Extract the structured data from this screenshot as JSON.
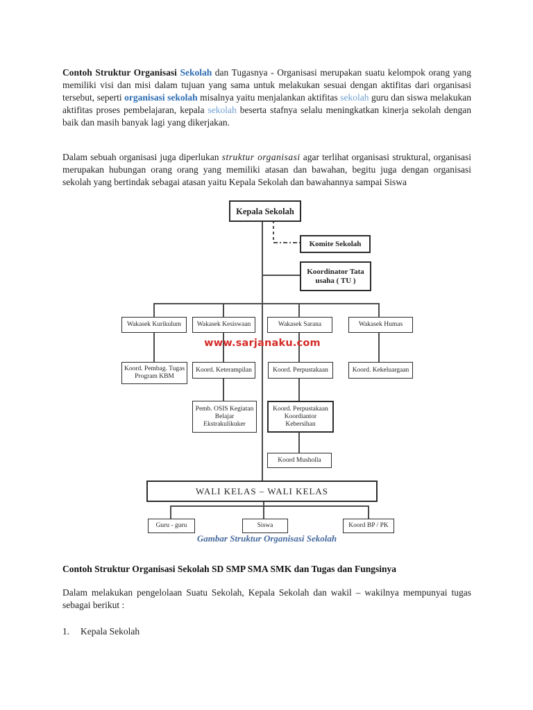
{
  "doc": {
    "intro": [
      {
        "t": "Contoh Struktur Organisasi "
      },
      {
        "t": "Sekolah"
      },
      {
        "t": " dan Tugasnya - Organisasi merupakan suatu kelompok orang yang memiliki visi dan misi dalam tujuan yang sama untuk melakukan sesuai dengan aktifitas dari organisasi tersebut, seperti "
      },
      {
        "t": "organisasi sekolah"
      },
      {
        "t": " misalnya yaitu menjalankan aktifitas "
      },
      {
        "t": "sekolah"
      },
      {
        "t": " guru dan siswa melakukan aktifitas proses pembelajaran, kepala "
      },
      {
        "t": "sekolah"
      },
      {
        "t": " beserta stafnya selalu meningkatkan kinerja sekolah dengan baik dan masih banyak lagi yang dikerjakan."
      }
    ],
    "para2": [
      {
        "t": "Dalam sebuah organisasi juga diperlukan "
      },
      {
        "t": "struktur organisasi"
      },
      {
        "t": " agar terlihat organisasi struktural, organisasi merupakan hubungan orang orang yang memiliki atasan dan bawahan, begitu juga dengan organisasi sekolah yang bertindak sebagai atasan yaitu Kepala Sekolah dan bawahannya sampai Siswa"
      }
    ],
    "caption": "Gambar Struktur Organisasi Sekolah",
    "heading2": "Contoh Struktur Organisasi Sekolah SD SMP SMA SMK dan Tugas dan Fungsinya",
    "para3": "Dalam melakukan pengelolaan Suatu Sekolah, Kepala Sekolah dan wakil – wakilnya mempunyai tugas sebagai berikut :",
    "list_item": {
      "number": "1.",
      "label": "Kepala Sekolah"
    }
  },
  "diagram": {
    "watermark": "www.sarjanaku.com",
    "nodes": {
      "kepala": "Kepala Sekolah",
      "komite": "Komite Sekolah",
      "tatausaha": "Koordinator Tata\nusaha ( TU )",
      "kurikulum": "Wakasek Kurikulum",
      "kesiswaan": "Wakasek Kesiswaan",
      "sarana": "Wakasek Sarana",
      "humas": "Wakasek Humas",
      "pembag": "Koord. Pembag. Tugas\nProgram KBM",
      "keterampilan": "Koord. Keterampilan",
      "perpustakaan": "Koord. Perpustakaan",
      "kekeluargaan": "Koord. Kekeluargaan",
      "osis": "Pemb. OSIS Kegiatan\nBelajar\nEkstrakulikuker",
      "kebersihan": "Koord. Perpustakaan\nKoordiantor\nKebersihan",
      "musholla": "Koord Musholla",
      "wali": "WALI KELAS – WALI KELAS",
      "guru": "Guru - guru",
      "siswa": "Siswa",
      "bp": "Koord BP / PK"
    }
  },
  "colors": {
    "link_bold_blue": "#2f6db2",
    "link_light_blue": "#6f9dd0",
    "watermark_red": "#d32a26",
    "caption_blue": "#44699d",
    "line_gray": "#4a4a4a",
    "page_background": "#ffffff"
  }
}
